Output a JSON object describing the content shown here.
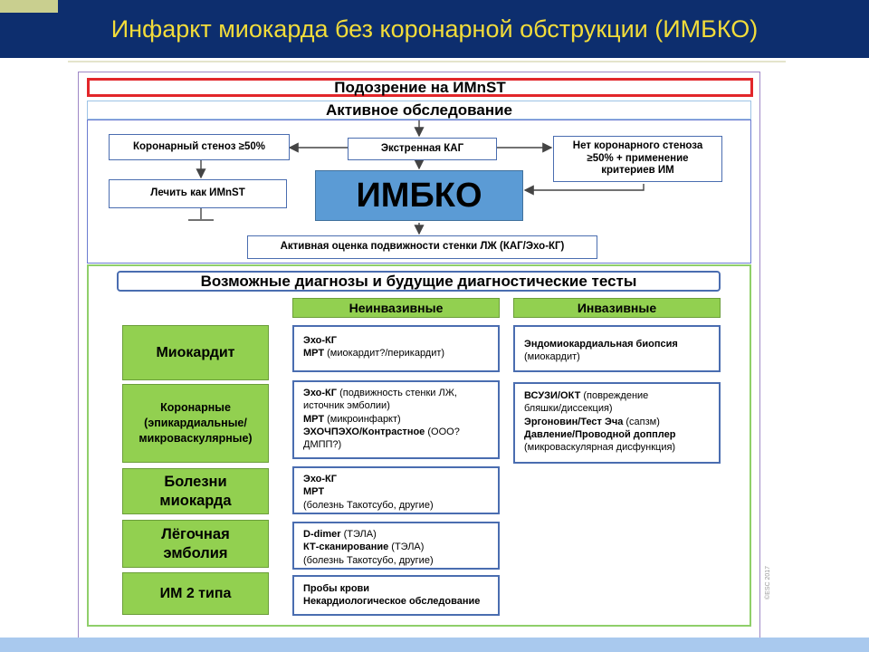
{
  "header": {
    "title": "Инфаркт миокарда без коронарной обструкции (ИМБКО)"
  },
  "flow": {
    "suspicion": "Подозрение на ИМnST",
    "active_exam": "Активное обследование",
    "stenosis": "Коронарный стеноз ≥50%",
    "emergency_cag": "Экстренная КАГ",
    "no_stenosis": "Нет коронарного стеноза ≥50% + применение критериев ИМ",
    "treat": "Лечить как ИМnST",
    "imbko": "ИМБКО",
    "wall_assessment": "Активная оценка подвижности стенки ЛЖ (КАГ/Эхо-КГ)"
  },
  "diagnoses": {
    "title": "Возможные диагнозы и будущие диагностические тесты",
    "col_noninvasive": "Неинвазивные",
    "col_invasive": "Инвазивные",
    "rows": [
      {
        "name": "Миокардит",
        "noninvasive": [
          [
            {
              "b": "Эхо-КГ",
              "t": ""
            }
          ],
          [
            {
              "b": "МРТ",
              "t": " (миокардит?/перикардит)"
            }
          ]
        ],
        "invasive": [
          [
            {
              "b": "Эндомиокардиальная биопсия",
              "t": ""
            }
          ],
          [
            {
              "b": "",
              "t": "(миокардит)"
            }
          ]
        ]
      },
      {
        "name": "Коронарные (эпикардиальные/ микроваскулярные)",
        "noninvasive": [
          [
            {
              "b": "Эхо-КГ",
              "t": " (подвижность стенки ЛЖ,"
            }
          ],
          [
            {
              "b": "",
              "t": "источник эмболии)"
            }
          ],
          [
            {
              "b": "МРТ",
              "t": " (микроинфаркт)"
            }
          ],
          [
            {
              "b": "ЭХОЧПЭХО/Контрастное",
              "t": " (ООО?"
            }
          ],
          [
            {
              "b": "",
              "t": "ДМПП?)"
            }
          ]
        ],
        "invasive": [
          [
            {
              "b": "ВСУЗИ/ОКТ",
              "t": " (повреждение"
            }
          ],
          [
            {
              "b": "",
              "t": "бляшки/диссекция)"
            }
          ],
          [
            {
              "b": "Эргоновин/Тест Эча",
              "t": " (сапзм)"
            }
          ],
          [
            {
              "b": "Давление/Проводной допплер",
              "t": ""
            }
          ],
          [
            {
              "b": "",
              "t": "(микроваскулярная дисфункция)"
            }
          ]
        ]
      },
      {
        "name": "Болезни миокарда",
        "noninvasive": [
          [
            {
              "b": "Эхо-КГ",
              "t": ""
            }
          ],
          [
            {
              "b": "МРТ",
              "t": ""
            }
          ],
          [
            {
              "b": "",
              "t": "(болезнь Такотсубо, другие)"
            }
          ]
        ]
      },
      {
        "name": "Лёгочная эмболия",
        "noninvasive": [
          [
            {
              "b": "D-dimer",
              "t": " (ТЭЛА)"
            }
          ],
          [
            {
              "b": "КТ-сканирование",
              "t": " (ТЭЛА)"
            }
          ],
          [
            {
              "b": "",
              "t": "(болезнь Такотсубо, другие)"
            }
          ]
        ]
      },
      {
        "name": "ИМ 2 типа",
        "noninvasive": [
          [
            {
              "b": "Пробы крови",
              "t": ""
            }
          ],
          [
            {
              "b": "Некардиологическое обследование",
              "t": ""
            }
          ]
        ]
      }
    ]
  },
  "watermark": "©ESC 2017"
}
